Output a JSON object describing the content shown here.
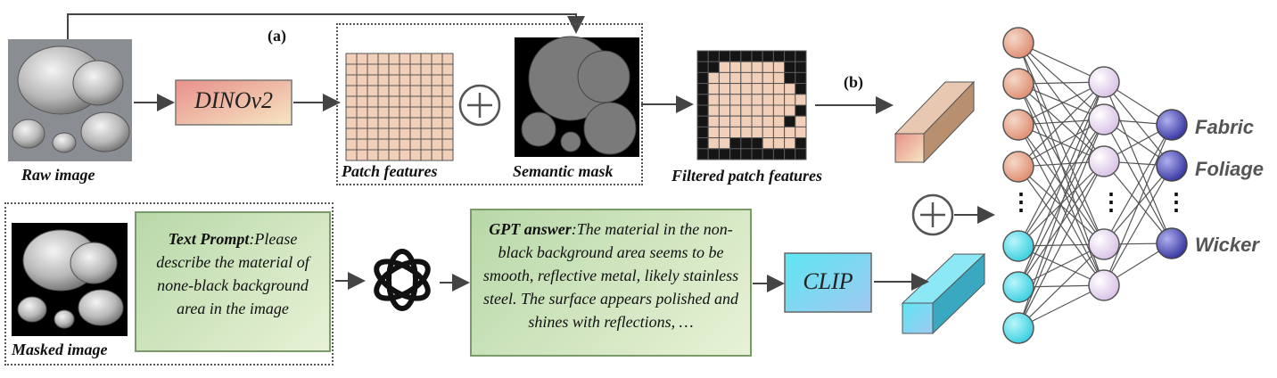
{
  "labels": {
    "a": "(a)",
    "b": "(b)",
    "raw_image": "Raw image",
    "masked_image": "Masked image",
    "dinov2": "DINOv2",
    "patch_features": "Patch features",
    "semantic_mask": "Semantic mask",
    "filtered_patch_features": "Filtered patch features",
    "clip": "CLIP"
  },
  "text_prompt": {
    "title": "Text Prompt",
    "body": ":Please describe the material of none-black background area in the image"
  },
  "gpt_answer": {
    "title": "GPT answer",
    "body": ":The material in the non-black background area seems to be smooth, reflective metal, likely stainless steel. The surface appears polished and shines with reflections, …"
  },
  "outputs": [
    "Fabric",
    "Foliage",
    "Wicker"
  ],
  "ellipsis": "⋮",
  "colors": {
    "patch": "#f2cfb8",
    "grid_line": "#555555",
    "dinov2_start": "#e8908a",
    "dinov2_end": "#f6e6c2",
    "clip_start": "#5ee6f2",
    "clip_end": "#a0c8f0",
    "node_top": "#e8a890",
    "node_cyan": "#66dde8",
    "node_hidden": "#e8d8ee",
    "node_out": "#4a4aa8"
  }
}
